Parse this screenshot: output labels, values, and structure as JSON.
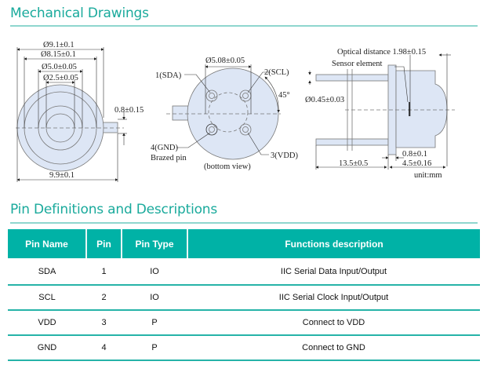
{
  "sections": {
    "mechanical_title": "Mechanical Drawings",
    "pins_title": "Pin Definitions and Descriptions"
  },
  "drawing_top": {
    "d1": "Ø9.1±0.1",
    "d2": "Ø8.15±0.1",
    "d3": "Ø5.0±0.05",
    "d4": "Ø2.5±0.05",
    "tab": "0.8±0.15",
    "width": "9.9±0.1"
  },
  "drawing_bottom": {
    "pitch": "Ø5.08±0.05",
    "pin1": "1(SDA)",
    "pin2": "2(SCL)",
    "pin3": "3(VDD)",
    "pin4": "4(GND)",
    "brazed": "Brazed pin",
    "angle": "45°",
    "view": "(bottom view)"
  },
  "drawing_side": {
    "optical": "Optical distance 1.98±0.15",
    "sensor": "Sensor element",
    "pin_dia": "Ø0.45±0.03",
    "flange": "0.8±0.1",
    "body": "4.5±0.16",
    "pin_len": "13.5±0.5",
    "unit": "unit:mm"
  },
  "table": {
    "headers": [
      "Pin Name",
      "Pin",
      "Pin Type",
      "Functions description"
    ],
    "rows": [
      [
        "SDA",
        "1",
        "IO",
        "IIC Serial Data Input/Output"
      ],
      [
        "SCL",
        "2",
        "IO",
        "IIC Serial Clock Input/Output"
      ],
      [
        "VDD",
        "3",
        "P",
        "Connect to VDD"
      ],
      [
        "GND",
        "4",
        "P",
        "Connect to GND"
      ]
    ]
  },
  "colors": {
    "accent": "#00b2a6",
    "part_fill": "#dde6f5"
  }
}
